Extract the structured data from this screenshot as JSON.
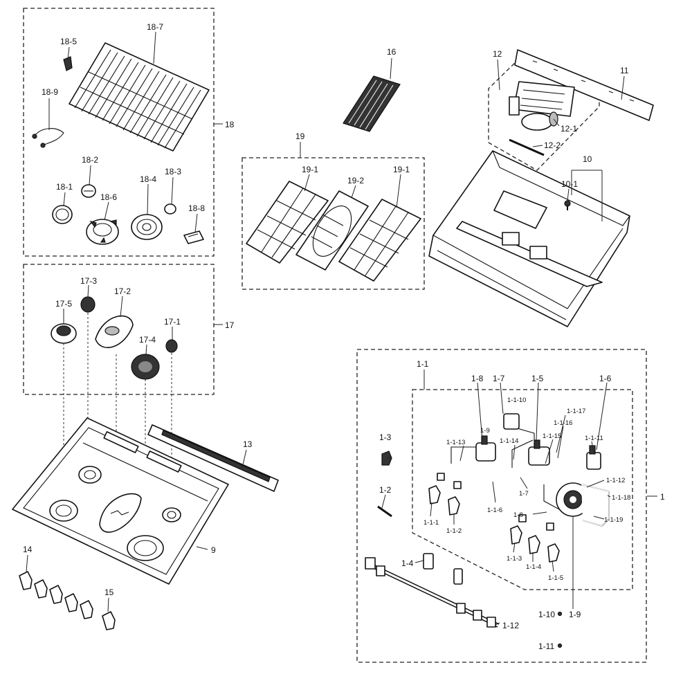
{
  "callouts": {
    "c18_7": "18-7",
    "c18_5": "18-5",
    "c18_9": "18-9",
    "c18": "18",
    "c18_2": "18-2",
    "c18_1": "18-1",
    "c18_6": "18-6",
    "c18_4": "18-4",
    "c18_3": "18-3",
    "c18_8": "18-8",
    "c16": "16",
    "c19": "19",
    "c19_1a": "19-1",
    "c19_2": "19-2",
    "c19_1b": "19-1",
    "c12": "12",
    "c11": "11",
    "c12_1": "12-1",
    "c12_2": "12-2",
    "c10": "10",
    "c10_1": "10-1",
    "c17_3": "17-3",
    "c17_2": "17-2",
    "c17_5": "17-5",
    "c17_1": "17-1",
    "c17_4": "17-4",
    "c17": "17",
    "c13": "13",
    "c9": "9",
    "c14": "14",
    "c15": "15",
    "c1_1": "1-1",
    "c1_8": "1-8",
    "c1_7": "1-7",
    "c1_5": "1-5",
    "c1_6": "1-6",
    "c1_1_10": "1-1-10",
    "c1_9top": "1-9",
    "c1_1_17": "1-1-17",
    "c1_1_16": "1-1-16",
    "c1_1_13": "1-1-13",
    "c1_1_14": "1-1-14",
    "c1_1_15": "1-1-15",
    "c1_1_11": "1-1-11",
    "c1_3": "1-3",
    "c1_1_12": "1-1-12",
    "c1": "1",
    "c1_2": "1-2",
    "c1_7b": "1-7",
    "c1_1_18": "1-1-18",
    "c1_1_6": "1-1-6",
    "c1_8b": "1-8",
    "c1_1_19": "1-1-19",
    "c1_1_1": "1-1-1",
    "c1_1_2": "1-1-2",
    "c1_1_3": "1-1-3",
    "c1_1_4": "1-1-4",
    "c1_1_5": "1-1-5",
    "c1_4": "1-4",
    "c1_10": "1-10",
    "c1_9": "1-9",
    "c1_12": "1-12",
    "c1_11": "1-11"
  }
}
